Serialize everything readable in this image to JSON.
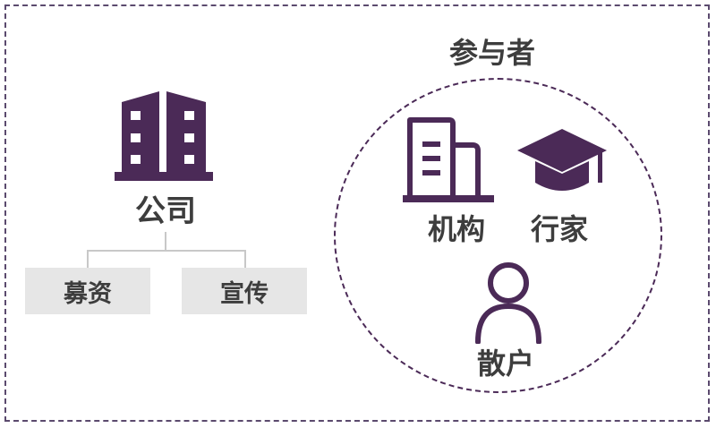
{
  "company": {
    "label": "公司",
    "icon": "building-icon",
    "children": [
      {
        "label": "募资"
      },
      {
        "label": "宣传"
      }
    ]
  },
  "participants": {
    "title": "参与者",
    "members": [
      {
        "label": "机构",
        "icon": "office-building-icon"
      },
      {
        "label": "行家",
        "icon": "graduation-cap-icon"
      },
      {
        "label": "散户",
        "icon": "person-icon"
      }
    ]
  },
  "colors": {
    "icon": "#4b2a57",
    "text": "#3d3d3d",
    "box": "#e6e6e6",
    "border": "#5b4a6e"
  }
}
